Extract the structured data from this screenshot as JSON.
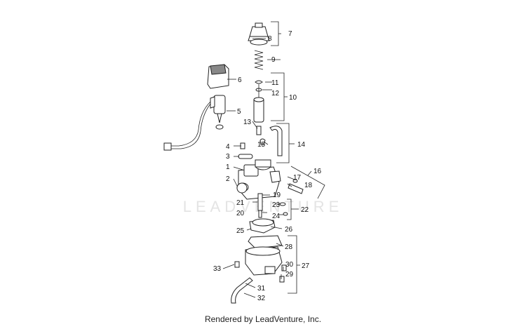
{
  "watermark": "LEADVENTURE",
  "footer": "Rendered by LeadVenture, Inc.",
  "callouts": [
    "1",
    "2",
    "3",
    "4",
    "5",
    "6",
    "7",
    "8",
    "9",
    "10",
    "11",
    "12",
    "13",
    "14",
    "15",
    "16",
    "17",
    "18",
    "19",
    "20",
    "21",
    "22",
    "23",
    "24",
    "25",
    "26",
    "27",
    "28",
    "29",
    "30",
    "31",
    "32",
    "33"
  ]
}
